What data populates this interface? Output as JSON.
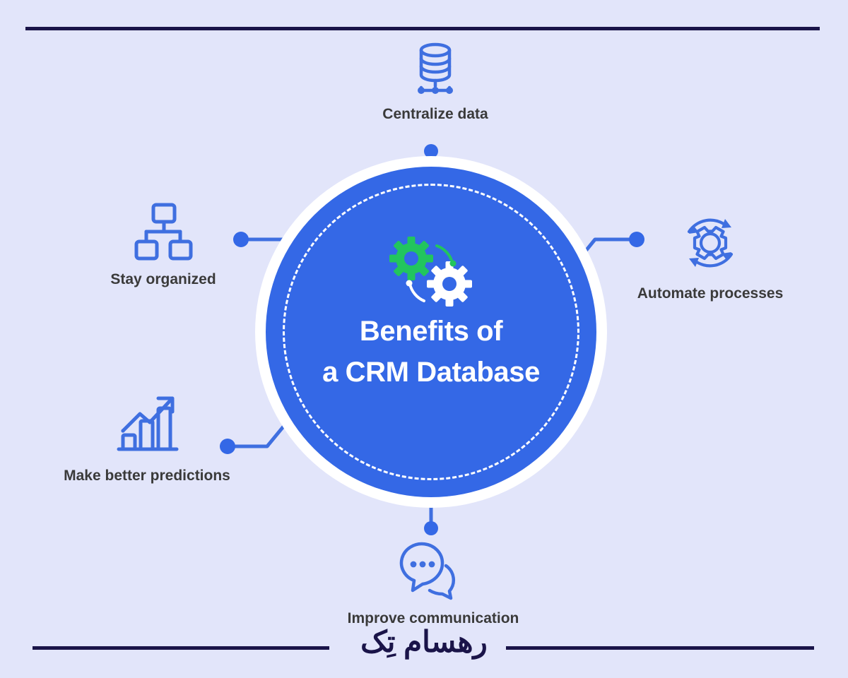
{
  "theme": {
    "background": "#e2e5fa",
    "circle_blue": "#3468e6",
    "icon_blue": "#3f6fe0",
    "halo_white": "#ffffff",
    "rule_navy": "#1a1449",
    "label_gray": "#3a3a3a",
    "gear_green": "#22c55e"
  },
  "center": {
    "line1": "Benefits of",
    "line2": "a CRM Database",
    "icon": "two-gears-icon"
  },
  "footer": {
    "wordmark": "رهسام تِک"
  },
  "spokes": [
    {
      "id": "centralize",
      "label": "Centralize data",
      "icon": "database-icon",
      "position": "top"
    },
    {
      "id": "automate",
      "label": "Automate processes",
      "icon": "gear-refresh-icon",
      "position": "right"
    },
    {
      "id": "communicate",
      "label": "Improve communication",
      "icon": "chat-bubbles-icon",
      "position": "bottom"
    },
    {
      "id": "predictions",
      "label": "Make better predictions",
      "icon": "growth-chart-icon",
      "position": "bottom-left"
    },
    {
      "id": "organized",
      "label": "Stay organized",
      "icon": "hierarchy-icon",
      "position": "left"
    }
  ],
  "chart_data": {
    "type": "diagram",
    "title": "Benefits of a CRM Database",
    "layout": "radial hub-and-spoke",
    "hub": "Benefits of a CRM Database",
    "nodes": [
      "Centralize data",
      "Automate processes",
      "Improve communication",
      "Make better predictions",
      "Stay organized"
    ],
    "node_count": 5
  }
}
